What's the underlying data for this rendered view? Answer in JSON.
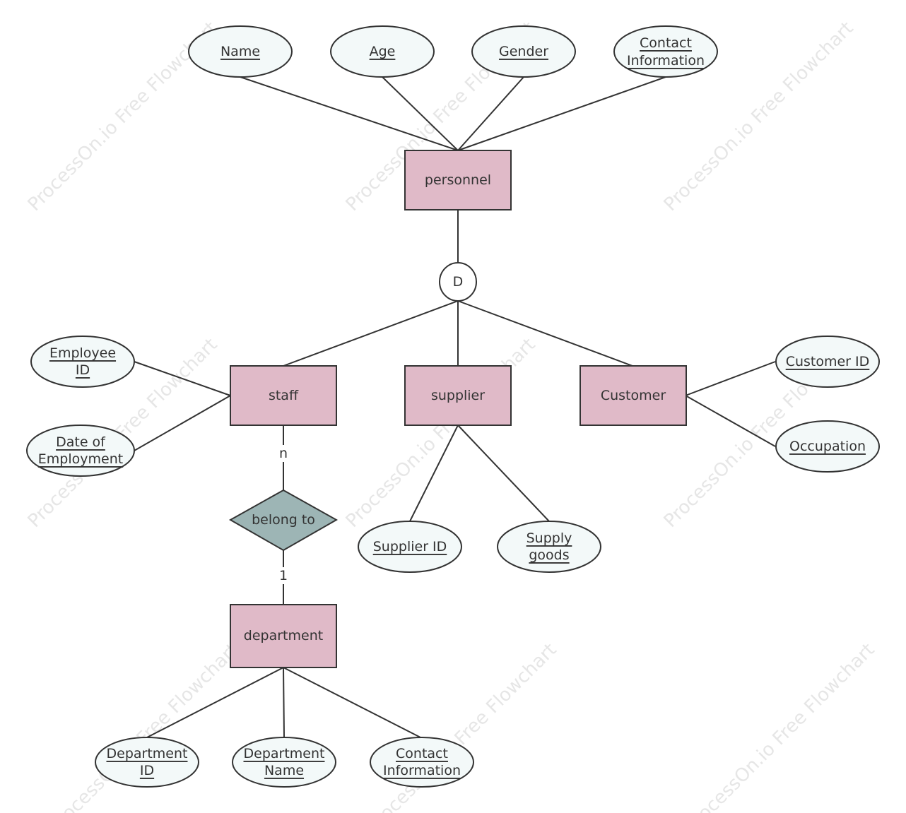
{
  "watermark": "ProcessOn.io Free Flowchart",
  "colors": {
    "entity_fill": "#e0bac8",
    "attribute_fill": "#f3f9f9",
    "relationship_fill": "#9db5b5",
    "stroke": "#333333"
  },
  "entities": {
    "personnel": "personnel",
    "staff": "staff",
    "supplier": "supplier",
    "customer": "Customer",
    "department": "department"
  },
  "disjoint": "D",
  "relationship": "belong to",
  "cardinality": {
    "staff_side": "n",
    "department_side": "1"
  },
  "attributes": {
    "personnel": [
      [
        "Name"
      ],
      [
        "Age"
      ],
      [
        "Gender"
      ],
      [
        "Contact",
        "Information"
      ]
    ],
    "staff": [
      [
        "Employee",
        "ID"
      ],
      [
        "Date of",
        "Employment"
      ]
    ],
    "supplier": [
      [
        "Supplier ID"
      ],
      [
        "Supply",
        "goods"
      ]
    ],
    "customer": [
      [
        "Customer ID"
      ],
      [
        "Occupation"
      ]
    ],
    "department": [
      [
        "Department",
        "ID"
      ],
      [
        "Department",
        "Name"
      ],
      [
        "Contact",
        "Information"
      ]
    ]
  }
}
